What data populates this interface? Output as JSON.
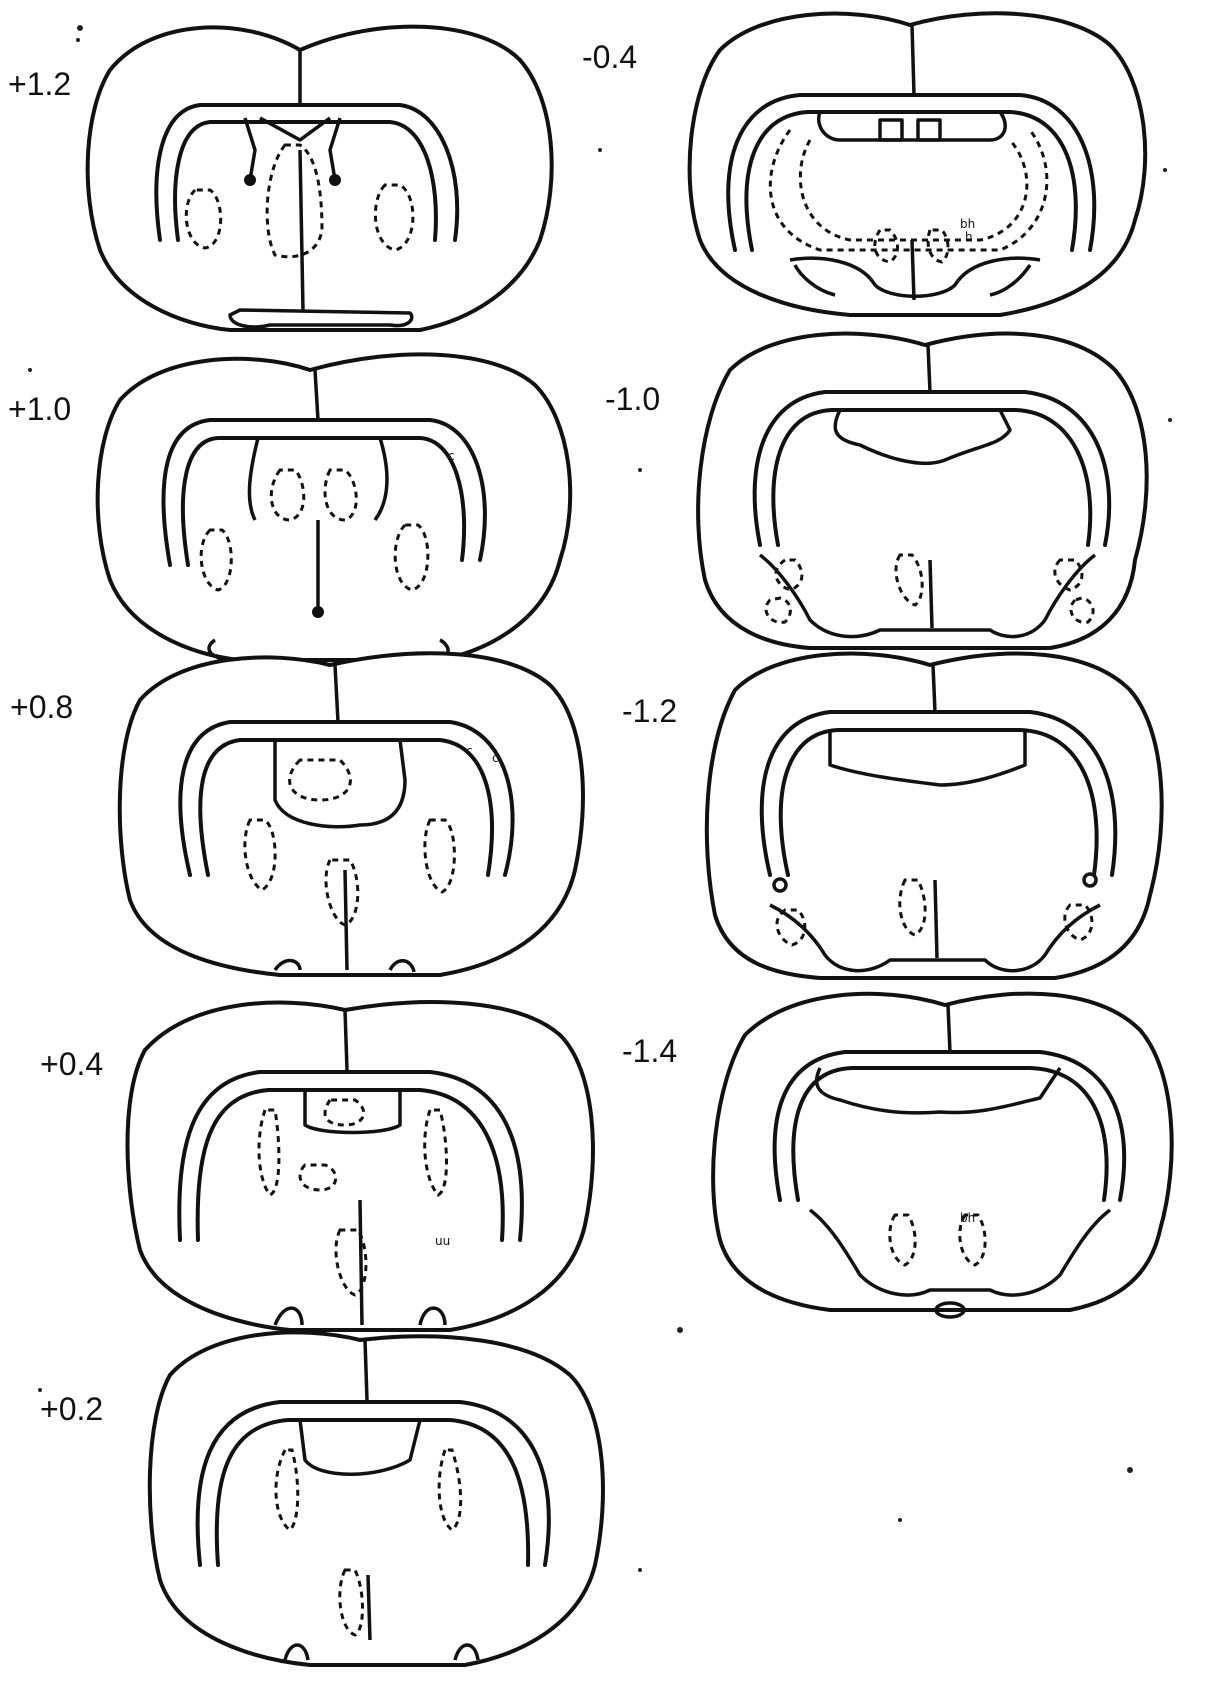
{
  "sections": [
    {
      "id": "s1",
      "label": "+1.2"
    },
    {
      "id": "s2",
      "label": "+1.0"
    },
    {
      "id": "s3",
      "label": "+0.8"
    },
    {
      "id": "s4",
      "label": "+0.4"
    },
    {
      "id": "s5",
      "label": "+0.2"
    },
    {
      "id": "s6",
      "label": "-0.4"
    },
    {
      "id": "s7",
      "label": "-1.0"
    },
    {
      "id": "s8",
      "label": "-1.2"
    },
    {
      "id": "s9",
      "label": "-1.4"
    }
  ],
  "annotations": {
    "s2_mark": "c",
    "s3_mark_a": "c",
    "s3_mark_b": "c",
    "s6_mark_a": "bh",
    "s6_mark_b": "h",
    "s9_mark": "bh",
    "s4_mark": "uu"
  }
}
